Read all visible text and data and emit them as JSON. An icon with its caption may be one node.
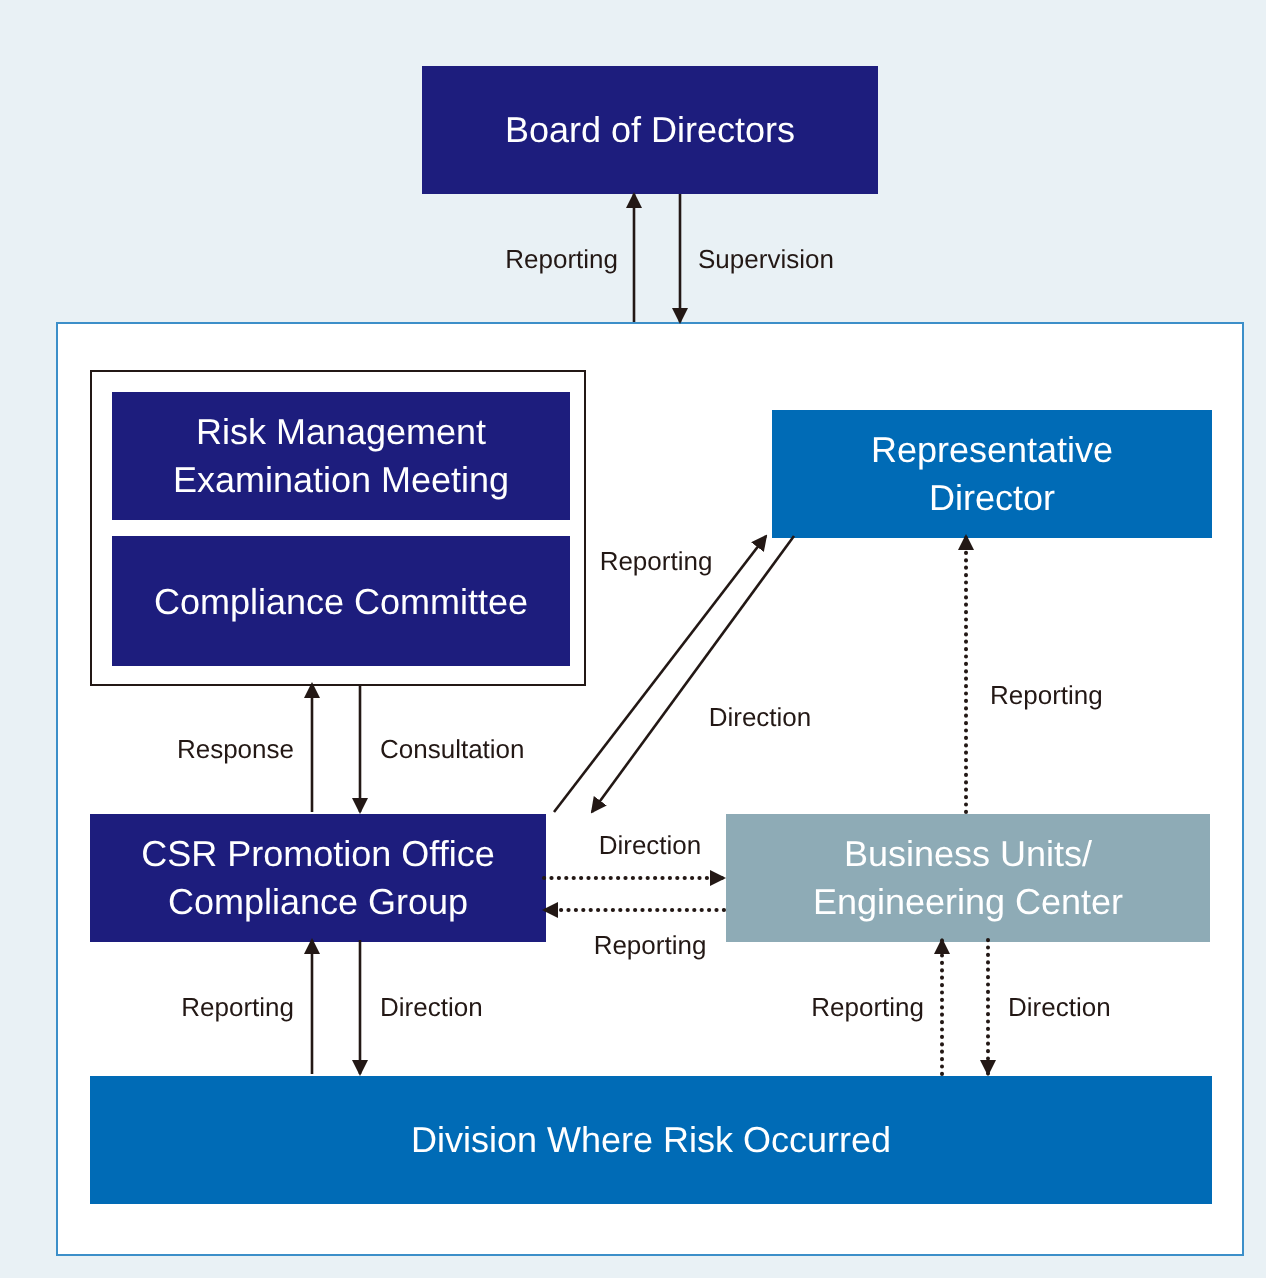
{
  "diagram": {
    "nodes": [
      {
        "text": [
          "Board of Directors"
        ]
      },
      {
        "text": [],
        "shape": "box"
      },
      {
        "text": [],
        "shape": "box",
        "in": 1
      },
      {
        "text": [
          "Risk Management Examination Meeting"
        ],
        "in": 2
      },
      {
        "text": [
          "Compliance Committee"
        ],
        "in": 2
      },
      {
        "text": [
          "Representative Director"
        ],
        "in": 1
      },
      {
        "text": [
          "CSR Promotion Office Compliance Group"
        ],
        "in": 1
      },
      {
        "text": [
          "Business Units/ Engineering Center"
        ],
        "in": 1
      },
      {
        "text": [
          "Division Where Risk Occurred"
        ],
        "in": 1
      }
    ],
    "edges": [
      {
        "from": 1,
        "to": 0,
        "arrow": "to",
        "label": "Reporting"
      },
      {
        "from": 0,
        "to": 1,
        "arrow": "to",
        "label": "Supervision"
      },
      {
        "from": 6,
        "to": 2,
        "arrow": "to",
        "label": "Response"
      },
      {
        "from": 2,
        "to": 6,
        "arrow": "to",
        "label": "Consultation"
      },
      {
        "from": 6,
        "to": 5,
        "arrow": "to",
        "label": "Reporting"
      },
      {
        "from": 5,
        "to": 6,
        "arrow": "to",
        "label": "Direction"
      },
      {
        "from": 6,
        "to": 7,
        "arrow": "to",
        "label": "Direction",
        "style": "dashed"
      },
      {
        "from": 7,
        "to": 6,
        "arrow": "to",
        "label": "Reporting",
        "style": "dashed"
      },
      {
        "from": 7,
        "to": 5,
        "arrow": "to",
        "label": "Reporting",
        "style": "dashed"
      },
      {
        "from": 8,
        "to": 6,
        "arrow": "to",
        "label": "Reporting"
      },
      {
        "from": 6,
        "to": 8,
        "arrow": "to",
        "label": "Direction"
      },
      {
        "from": 8,
        "to": 7,
        "arrow": "to",
        "label": "Reporting",
        "style": "dashed"
      },
      {
        "from": 7,
        "to": 8,
        "arrow": "to",
        "label": "Direction",
        "style": "dashed"
      }
    ]
  }
}
